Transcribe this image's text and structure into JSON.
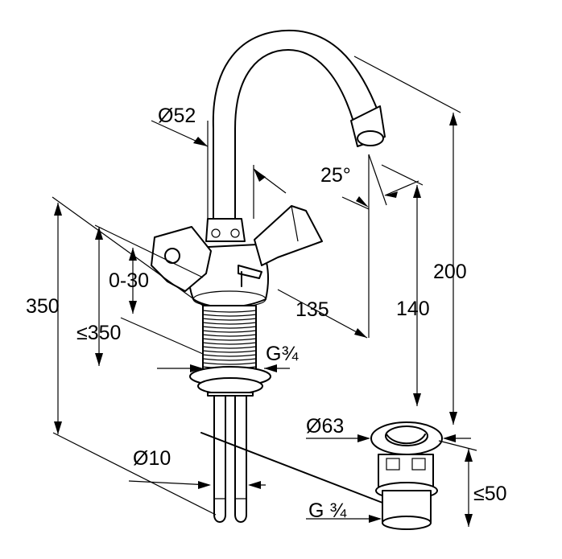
{
  "labels": {
    "d52": "Ø52",
    "angle": "25°",
    "h200": "200",
    "h140": "140",
    "l135": "135",
    "h350": "350",
    "le350": "≤350",
    "range": "0-30",
    "thread_body": "G¾",
    "d63": "Ø63",
    "le50": "≤50",
    "d10": "Ø10",
    "thread_waste": "G ¾"
  }
}
